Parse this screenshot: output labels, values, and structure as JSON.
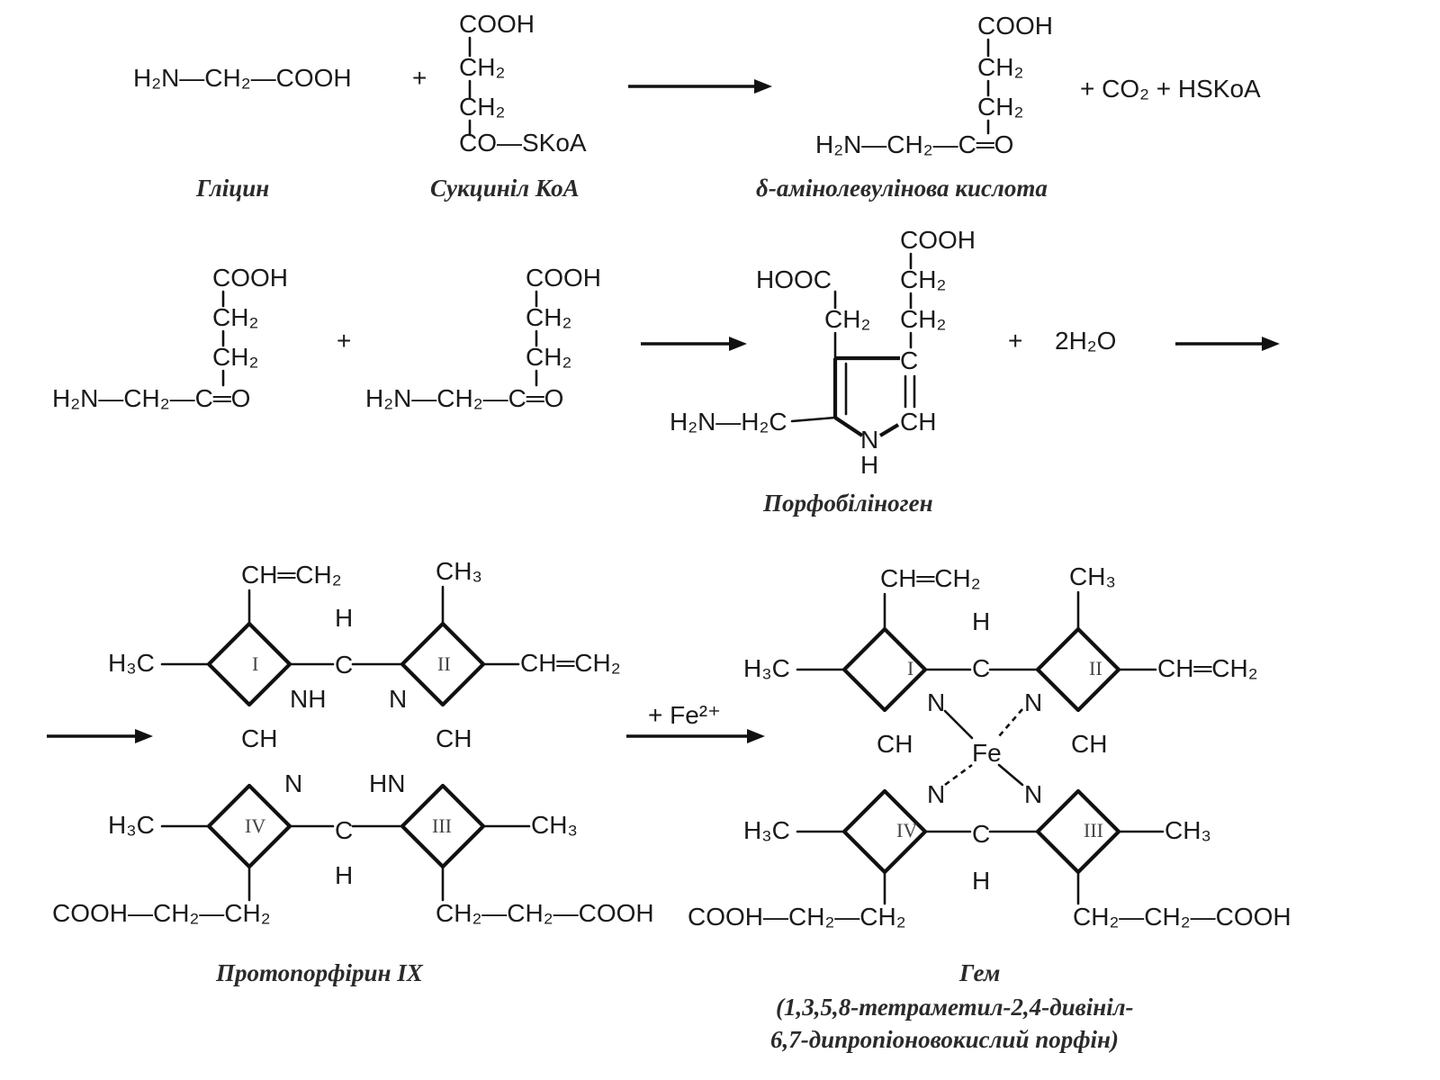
{
  "captions": {
    "glycine": "Гліцин",
    "succinyl": "Сукциніл КоА",
    "ala": "δ-амінолевулінова кислота",
    "pbg": "Порфобіліноген",
    "protoporphyrin": "Протопорфірин IX",
    "heme": "Гем",
    "heme_desc_1": "(1,3,5,8-тетраметил-2,4-дивініл-",
    "heme_desc_2": "6,7-дипропіоновокислий порфін)"
  },
  "reagents": {
    "plus": "+",
    "co2_hskoa": "+ CO₂ + HSKoA",
    "water": "2H₂O",
    "fe": "+ Fe²⁺"
  },
  "groups": {
    "glycine": "H₂N—CH₂—COOH",
    "cooh": "COOH",
    "hooc": "HOOC",
    "ch2": "CH₂",
    "coskoa": "CO—SKoA",
    "h2n_ch2_c_o": "H₂N—CH₂—C═O",
    "h2n_h2c": "H₂N—H₂C",
    "c": "C",
    "ch": "CH",
    "nh": "NH",
    "hn": "HN",
    "n": "N",
    "h": "H",
    "fe": "Fe",
    "vinyl": "CH═CH₂",
    "ch3": "CH₃",
    "h3c": "H₃C",
    "propionate_left": "COOH—CH₂—CH₂",
    "propionate_right": "CH₂—CH₂—COOH"
  },
  "ring_labels": [
    "I",
    "II",
    "III",
    "IV"
  ]
}
